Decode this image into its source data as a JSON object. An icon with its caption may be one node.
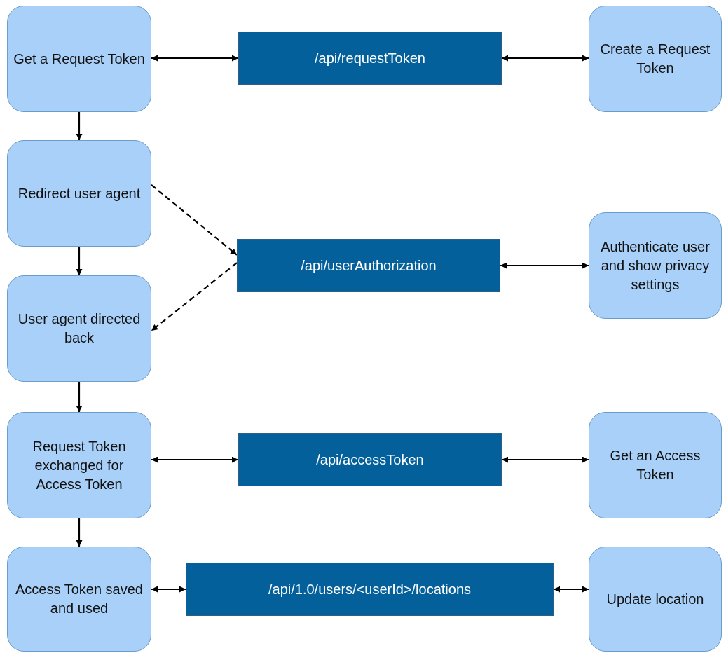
{
  "diagram": {
    "nodes": [
      {
        "text": [
          "Get a Request Token"
        ]
      },
      {
        "text": [
          "/api/requestToken"
        ]
      },
      {
        "text": [
          "Create a Request Token"
        ]
      },
      {
        "text": [
          "Redirect user agent"
        ]
      },
      {
        "text": [
          "/api/userAuthorization"
        ]
      },
      {
        "text": [
          "Authenticate user and show privacy settings"
        ]
      },
      {
        "text": [
          "User agent directed back"
        ]
      },
      {
        "text": [
          "Request Token exchanged for Access Token"
        ]
      },
      {
        "text": [
          "/api/accessToken"
        ]
      },
      {
        "text": [
          "Get an Access Token"
        ]
      },
      {
        "text": [
          "Access Token saved and used"
        ]
      },
      {
        "text": [
          "/api/1.0/users/<userId>/locations"
        ]
      },
      {
        "text": [
          "Update location"
        ]
      }
    ],
    "edges": [
      {
        "from": 0,
        "to": 1,
        "arrow": "both"
      },
      {
        "from": 1,
        "to": 2,
        "arrow": "both"
      },
      {
        "from": 0,
        "to": 3,
        "arrow": "to"
      },
      {
        "from": 3,
        "to": 4,
        "arrow": "to",
        "style": "dashed"
      },
      {
        "from": 4,
        "to": 6,
        "arrow": "to",
        "style": "dashed"
      },
      {
        "from": 3,
        "to": 6,
        "arrow": "to"
      },
      {
        "from": 4,
        "to": 5,
        "arrow": "both"
      },
      {
        "from": 6,
        "to": 7,
        "arrow": "to"
      },
      {
        "from": 7,
        "to": 8,
        "arrow": "both"
      },
      {
        "from": 8,
        "to": 9,
        "arrow": "both"
      },
      {
        "from": 7,
        "to": 10,
        "arrow": "to"
      },
      {
        "from": 10,
        "to": 11,
        "arrow": "both"
      },
      {
        "from": 11,
        "to": 12,
        "arrow": "both"
      }
    ]
  }
}
